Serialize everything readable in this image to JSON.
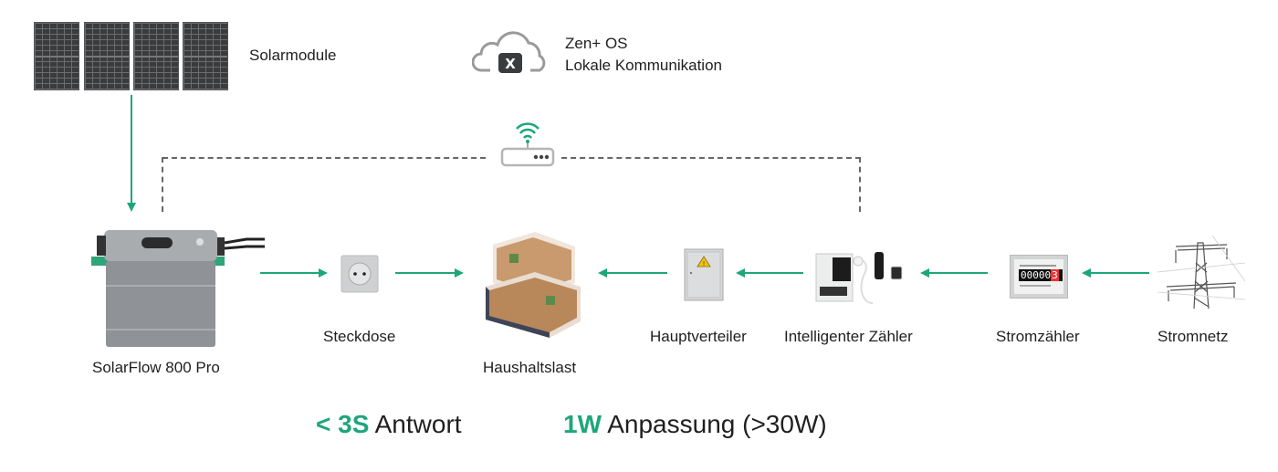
{
  "colors": {
    "accent": "#1ea67a",
    "text": "#1f1f1f",
    "connector": "#666666"
  },
  "solar": {
    "label": "Solarmodule",
    "icon": "solar-panel-icon",
    "panel_count": 4
  },
  "cloud": {
    "title": "Zen+ OS",
    "subtitle": "Lokale Kommunikation",
    "icon": "cloud-offline-icon",
    "badge": "X"
  },
  "router": {
    "icon": "wifi-router-icon"
  },
  "nodes": [
    {
      "id": "solarflow",
      "label": "SolarFlow 800 Pro",
      "icon": "battery-inverter-icon"
    },
    {
      "id": "steckdose",
      "label": "Steckdose",
      "icon": "power-outlet-icon"
    },
    {
      "id": "haushalt",
      "label": "Haushaltslast",
      "icon": "house-icon"
    },
    {
      "id": "hauptverteiler",
      "label": "Hauptverteiler",
      "icon": "distribution-box-icon"
    },
    {
      "id": "smartmeter",
      "label": "Intelligenter Zähler",
      "icon": "smart-meter-icon"
    },
    {
      "id": "stromzaehler",
      "label": "Stromzähler",
      "icon": "electricity-meter-icon",
      "reading": "00000",
      "last_digit": "3"
    },
    {
      "id": "stromnetz",
      "label": "Stromnetz",
      "icon": "power-pylon-icon"
    }
  ],
  "footer": {
    "response_highlight": "< 3S",
    "response_text": " Antwort",
    "adjust_highlight": "1W",
    "adjust_text": " Anpassung (>30W)"
  }
}
